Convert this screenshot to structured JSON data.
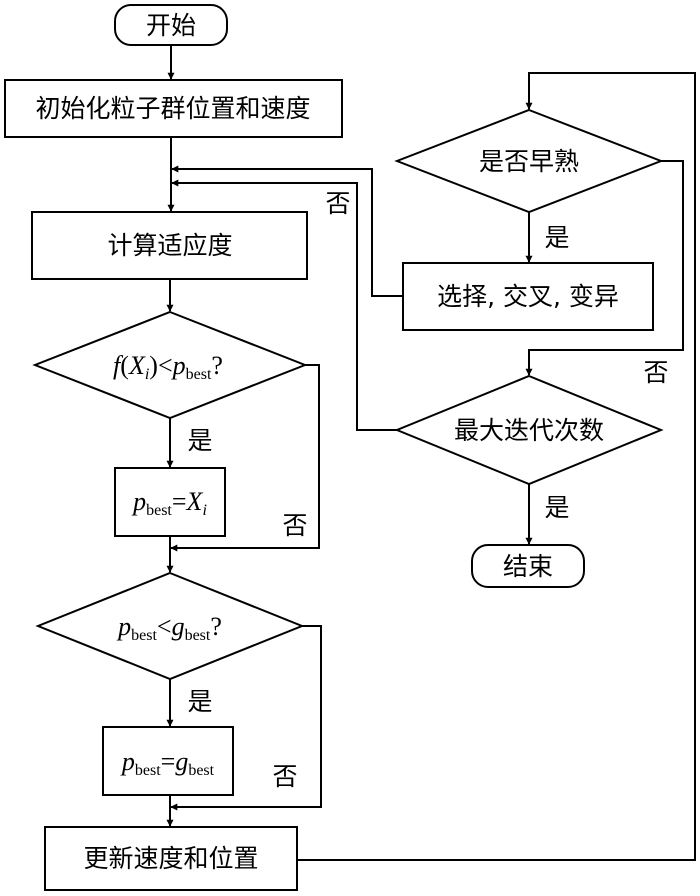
{
  "nodes": {
    "start": "开始",
    "init": "初始化粒子群位置和速度",
    "fitness": "计算适应度",
    "cond1": {
      "f": "f",
      "lp": "(",
      "X": "X",
      "i": "i",
      "rp": ")",
      "lt": "<",
      "p": "p",
      "best": "best",
      "q": "?"
    },
    "assign1": {
      "p": "p",
      "best": "best",
      "eq": "=",
      "X": "X",
      "i": "i"
    },
    "cond2": {
      "p": "p",
      "best": "best",
      "lt": "<",
      "g": "g",
      "best2": "best",
      "q": "?"
    },
    "assign2": {
      "p": "p",
      "best": "best",
      "eq": "=",
      "g": "g",
      "best2": "best"
    },
    "update": "更新速度和位置",
    "premature": "是否早熟",
    "genetic": "选择, 交叉, 变异",
    "maxiter": "最大迭代次数",
    "end": "结束"
  },
  "labels": {
    "yes": "是",
    "no": "否"
  }
}
